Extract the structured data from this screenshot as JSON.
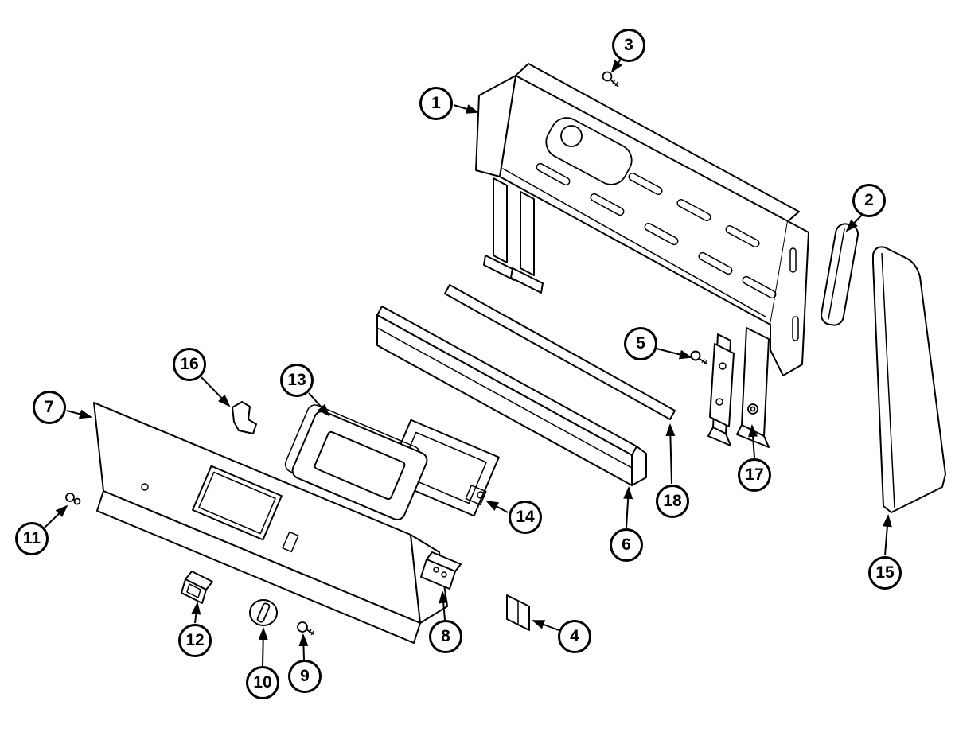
{
  "diagram": {
    "background_color": "#ffffff",
    "line_color": "#000000",
    "callouts": [
      {
        "label": "1"
      },
      {
        "label": "2"
      },
      {
        "label": "3"
      },
      {
        "label": "4"
      },
      {
        "label": "5"
      },
      {
        "label": "6"
      },
      {
        "label": "7"
      },
      {
        "label": "8"
      },
      {
        "label": "9"
      },
      {
        "label": "10"
      },
      {
        "label": "11"
      },
      {
        "label": "12"
      },
      {
        "label": "13"
      },
      {
        "label": "14"
      },
      {
        "label": "15"
      },
      {
        "label": "16"
      },
      {
        "label": "17"
      },
      {
        "label": "18"
      }
    ]
  }
}
